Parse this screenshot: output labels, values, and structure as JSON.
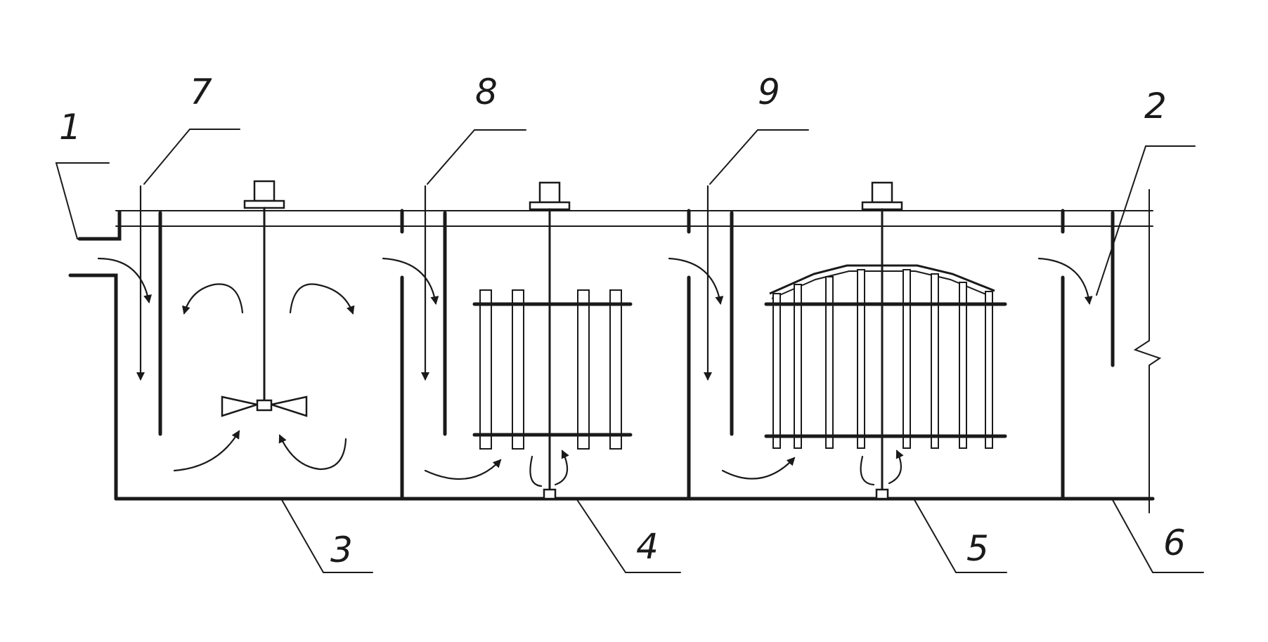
{
  "diagram": {
    "labels": {
      "inlet": "1",
      "outlet": "2",
      "chamber_mixing": "3",
      "chamber_flocculation_1": "4",
      "chamber_flocculation_2": "5",
      "settling_zone": "6",
      "dosing_pipe_1": "7",
      "dosing_pipe_2": "8",
      "dosing_pipe_3": "9"
    }
  }
}
